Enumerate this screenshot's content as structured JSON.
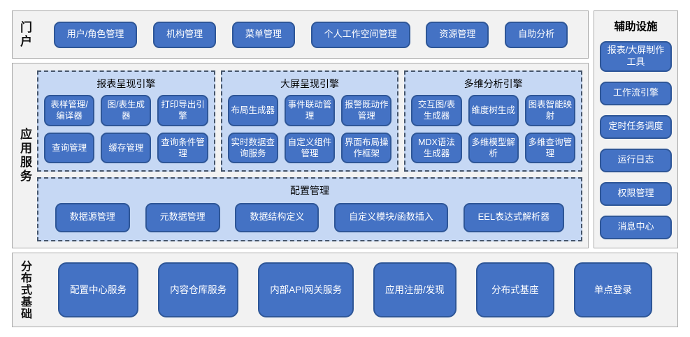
{
  "colors": {
    "node_fill": "#4472c4",
    "node_border": "#2e5697",
    "panel_fill": "#c6d8f4",
    "panel_border": "#44546a",
    "section_fill": "#f2f2f2",
    "section_border": "#a9a9a9",
    "node_text": "#ffffff"
  },
  "portal": {
    "label": "门户",
    "buttons": [
      "用户/角色管理",
      "机构管理",
      "菜单管理",
      "个人工作空间管理",
      "资源管理",
      "自助分析"
    ]
  },
  "app": {
    "label": "应用服务",
    "engines": [
      {
        "title": "报表呈现引擎",
        "buttons": [
          "表样管理/编译器",
          "图/表生成器",
          "打印导出引擎",
          "查询管理",
          "缓存管理",
          "查询条件管理"
        ]
      },
      {
        "title": "大屏呈现引擎",
        "buttons": [
          "布局生成器",
          "事件联动管理",
          "报警既动作管理",
          "实时数据查询服务",
          "自定义组件管理",
          "界面布局操作框架"
        ]
      },
      {
        "title": "多维分析引擎",
        "buttons": [
          "交互图/表生成器",
          "维度树生成",
          "图表智能映射",
          "MDX语法生成器",
          "多维模型解析",
          "多维查询管理"
        ]
      }
    ],
    "config": {
      "title": "配置管理",
      "buttons": [
        "数据源管理",
        "元数据管理",
        "数据结构定义",
        "自定义模块/函数插入",
        "EEL表达式解析器"
      ]
    }
  },
  "aux": {
    "title": "辅助设施",
    "buttons": [
      "报表/大屏制作工具",
      "工作流引擎",
      "定时任务调度",
      "运行日志",
      "权限管理",
      "消息中心"
    ]
  },
  "dist": {
    "label": "分布式基础",
    "buttons": [
      "配置中心服务",
      "内容仓库服务",
      "内部API网关服务",
      "应用注册/发现",
      "分布式基座",
      "单点登录"
    ]
  }
}
